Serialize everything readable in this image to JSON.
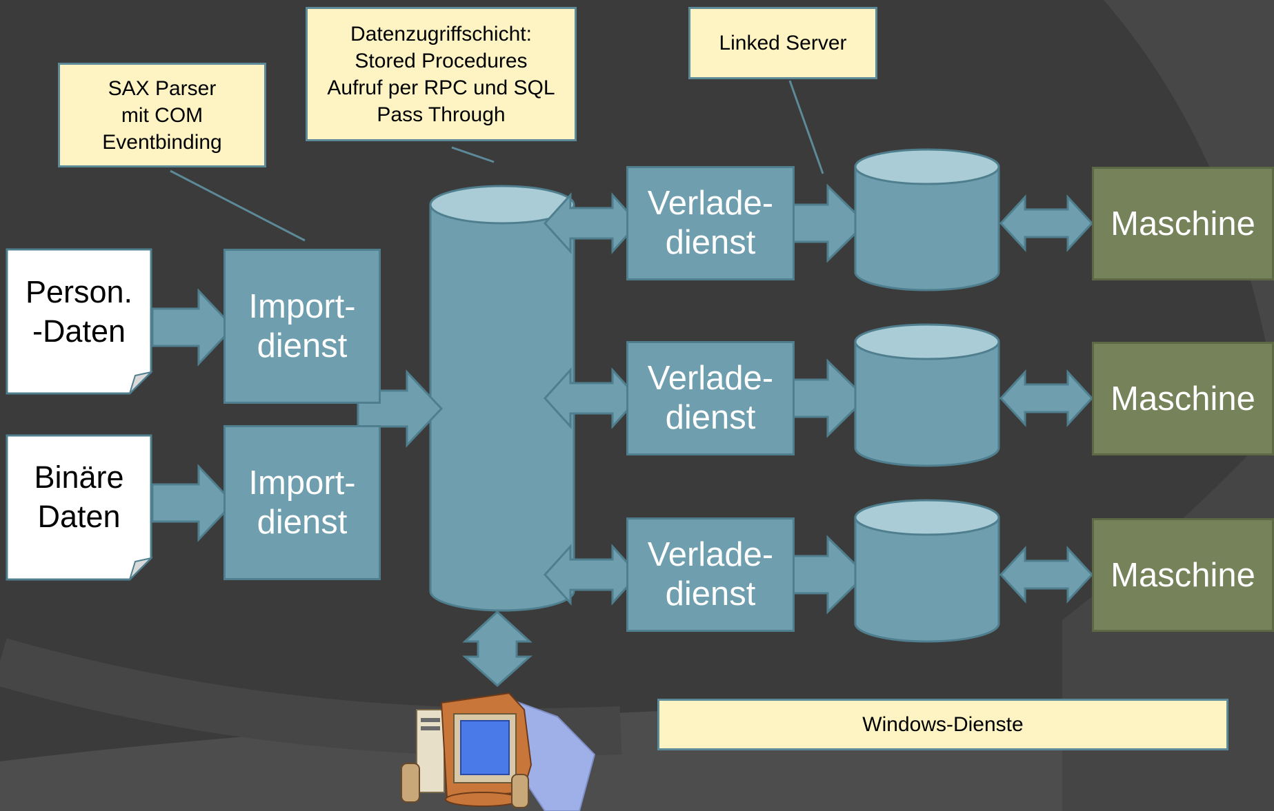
{
  "notes": {
    "sax": "SAX Parser\nmit COM\nEventbinding",
    "dal": "Datenzugriffschicht:\nStored Procedures\nAufruf per RPC und SQL\nPass Through",
    "linked": "Linked Server",
    "windows": "Windows-Dienste"
  },
  "docs": [
    {
      "label": "Person.\n-Daten"
    },
    {
      "label": "Binäre\nDaten"
    }
  ],
  "import_services": [
    {
      "label": "Import-\ndienst"
    },
    {
      "label": "Import-\ndienst"
    }
  ],
  "loader_services": [
    {
      "label": "Verlade-\ndienst"
    },
    {
      "label": "Verlade-\ndienst"
    },
    {
      "label": "Verlade-\ndienst"
    }
  ],
  "machines": [
    {
      "label": "Maschine"
    },
    {
      "label": "Maschine"
    },
    {
      "label": "Maschine"
    }
  ],
  "colors": {
    "background": "#3b3b3b",
    "box_blue": "#6f9fae",
    "box_green": "#75825a",
    "note_yellow": "#fdf3c3",
    "cylinder_top": "#a9ccd6"
  },
  "icons": {
    "workstation": "computer-workstation-icon",
    "central_db": "database-cylinder-icon"
  }
}
